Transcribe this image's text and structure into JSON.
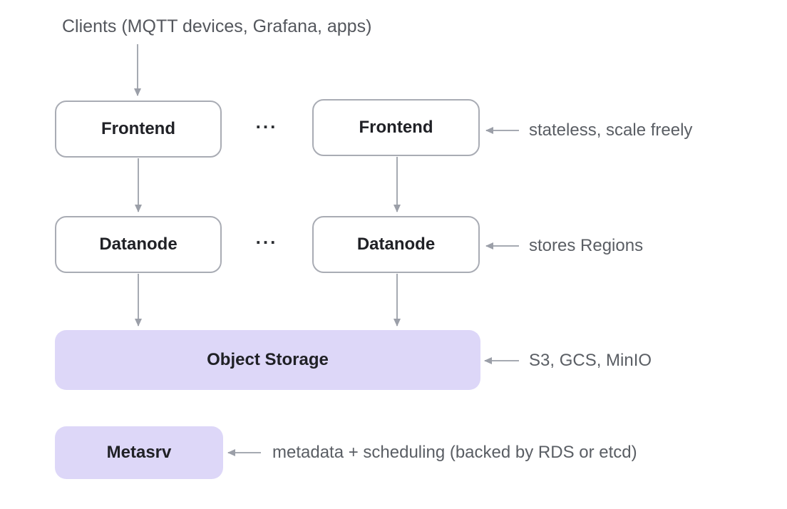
{
  "diagram": {
    "clients_label": "Clients (MQTT devices, Grafana, apps)",
    "ellipsis": "...",
    "nodes": {
      "frontend_left": {
        "label": "Frontend"
      },
      "frontend_right": {
        "label": "Frontend"
      },
      "datanode_left": {
        "label": "Datanode"
      },
      "datanode_right": {
        "label": "Datanode"
      },
      "object_storage": {
        "label": "Object Storage"
      },
      "metasrv": {
        "label": "Metasrv"
      }
    },
    "annotations": {
      "frontend": "stateless, scale freely",
      "datanode": "stores Regions",
      "object_storage": "S3, GCS, MinIO",
      "metasrv": "metadata + scheduling (backed by RDS or etcd)"
    },
    "colors": {
      "accent_fill": "#ddd7f8",
      "node_border": "#a9acb4",
      "arrow": "#9b9fa8",
      "label_text": "#202126",
      "annotation_text": "#5a5e64",
      "background": "#ffffff"
    }
  }
}
